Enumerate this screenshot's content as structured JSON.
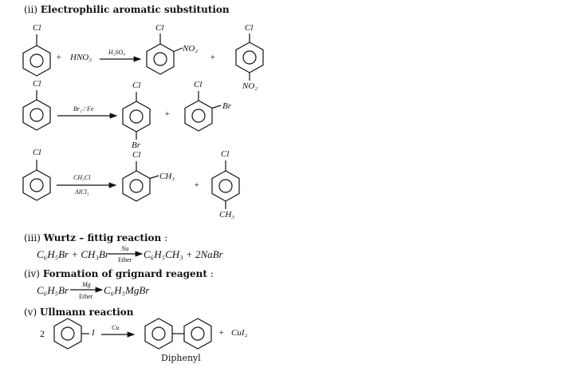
{
  "headings": {
    "eas_num": "(ii)",
    "eas_title": "Electrophilic aromatic substitution",
    "wurtz_num": "(iii)",
    "wurtz_title": "Wurtz – fittig reaction",
    "wurtz_colon": ":",
    "grignard_num": "(iv)",
    "grignard_title": "Formation of grignard reagent",
    "grignard_colon": ":",
    "ullmann_num": "(v)",
    "ullmann_title": "Ullmann reaction"
  },
  "nitration": {
    "cl_reactant": "Cl",
    "plus1": "+",
    "reagent": "HNO₃",
    "catalyst": "H₂SO₄",
    "cl_ortho": "Cl",
    "no2_ortho": "NO₂",
    "plus2": "+",
    "cl_para": "Cl",
    "no2_para": "NO₂"
  },
  "bromination": {
    "cl_reactant": "Cl",
    "reagent": "Br₂ / Fe",
    "cl_para": "Cl",
    "br_para": "Br",
    "plus": "+",
    "cl_ortho": "Cl",
    "br_ortho": "Br"
  },
  "alkylation": {
    "cl_reactant": "Cl",
    "reagent_top": "CH₃Cl",
    "reagent_bottom": "AlCl₃",
    "cl_ortho": "Cl",
    "ch3_ortho": "CH₃",
    "plus": "+",
    "cl_para": "Cl",
    "ch3_para": "CH₃"
  },
  "wurtz": {
    "lhs": "C₆H₅Br + CH₃Br",
    "reagent_top": "Na",
    "reagent_bottom": "Ether",
    "rhs": "C₆H₅CH₃ + 2NaBr"
  },
  "grignard": {
    "lhs": "C₆H₅Br",
    "reagent_top": "Mg",
    "reagent_bottom": "Ether",
    "rhs": "C₆H₅MgBr"
  },
  "ullmann": {
    "coefficient": "2",
    "halogen": "I",
    "reagent": "Cu",
    "plus": "+",
    "byproduct": "CuI₂",
    "product_name": "Diphenyl"
  }
}
